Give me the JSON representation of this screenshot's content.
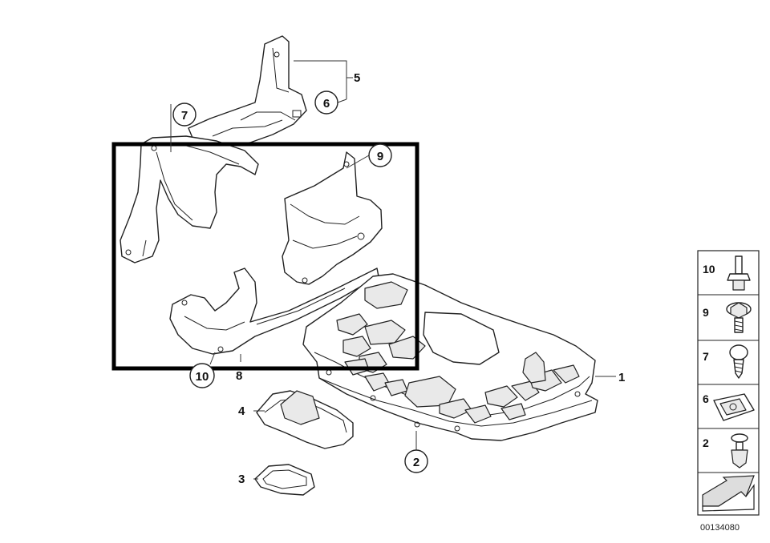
{
  "callouts": {
    "c1": "1",
    "c2": "2",
    "c3": "3",
    "c4": "4",
    "c5": "5",
    "c6": "6",
    "c7": "7",
    "c8": "8",
    "c9": "9",
    "c10": "10"
  },
  "legend": {
    "items": [
      {
        "number": "10",
        "icon": "bolt-with-washer-icon"
      },
      {
        "number": "9",
        "icon": "flange-screw-icon"
      },
      {
        "number": "7",
        "icon": "self-tapping-screw-icon"
      },
      {
        "number": "6",
        "icon": "clip-nut-icon"
      },
      {
        "number": "2",
        "icon": "expanding-rivet-icon"
      }
    ],
    "arrow_icon": "direction-arrow-icon"
  },
  "reference_number": "00134080"
}
